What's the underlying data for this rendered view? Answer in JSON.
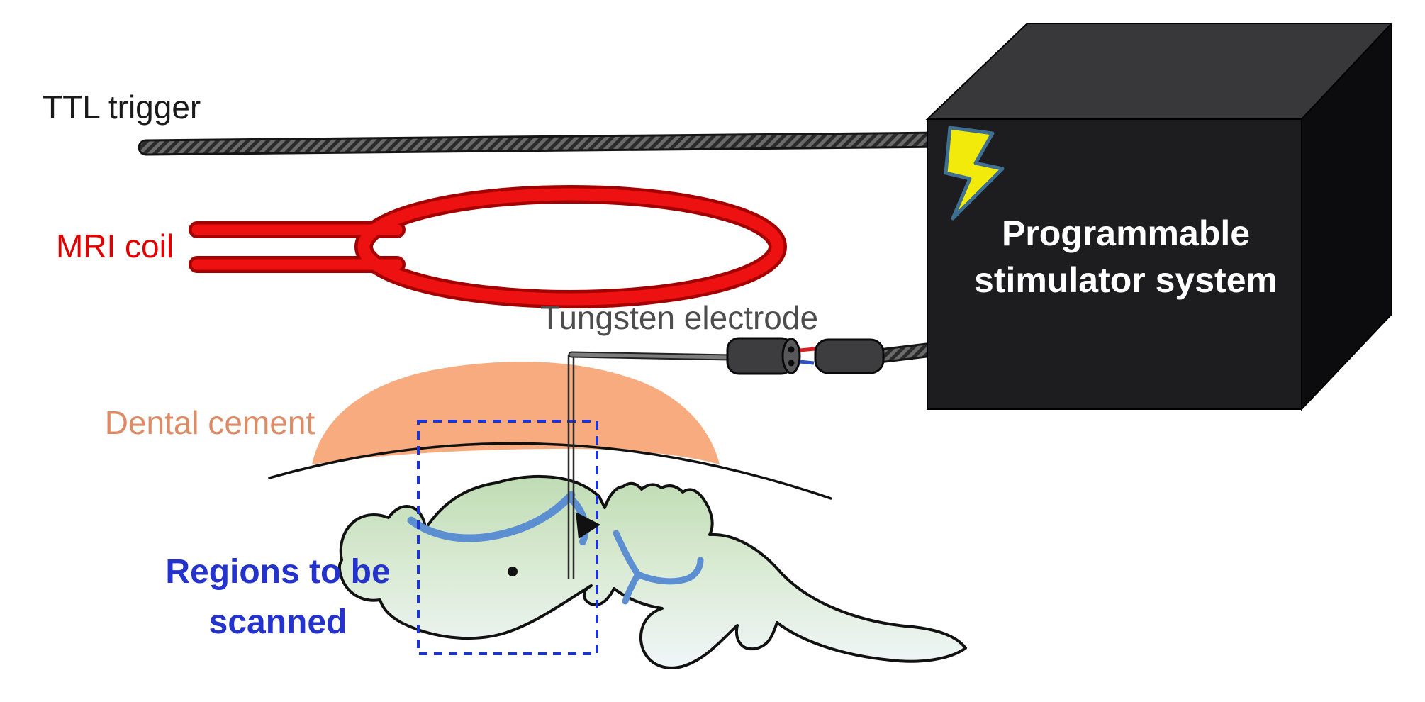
{
  "diagram": {
    "title": "MRI-compatible electrical stimulation setup",
    "labels": {
      "ttl_trigger": "TTL trigger",
      "mri_coil": "MRI coil",
      "tungsten_electrode": "Tungsten electrode",
      "dental_cement": "Dental cement",
      "regions_line1": "Regions to be",
      "regions_line2": "scanned",
      "stimulator_line1": "Programmable",
      "stimulator_line2": "stimulator system"
    },
    "colors": {
      "ttl_label": "#1a1a1a",
      "mri_coil_label": "#e00000",
      "coil_red": "#ee1111",
      "coil_red_dark": "#a50000",
      "electrode_label": "#4d4d4d",
      "dental_cement_label": "#dd8a66",
      "dental_cement_fill": "#f7ab7e",
      "regions_label": "#2433cc",
      "scan_box": "#1d34cf",
      "stimulator_text": "#ffffff",
      "box_front": "#1d1d1f",
      "box_top": "#38383a",
      "box_right": "#0c0c0e",
      "brain_blue": "#5c8fd2",
      "lightning_yellow": "#f2ea0b",
      "lightning_outline": "#3e6f93"
    },
    "icons": {
      "lightning_bolt": "lightning-bolt-icon"
    }
  }
}
